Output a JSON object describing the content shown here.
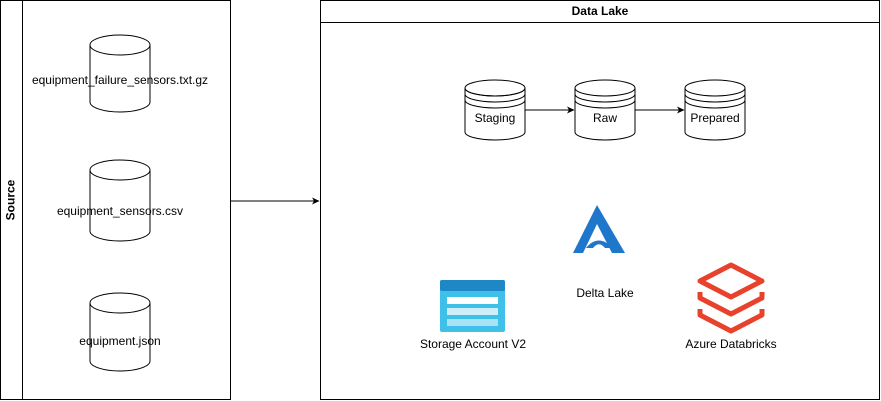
{
  "source_pool": {
    "title": "Source",
    "datasets": [
      {
        "label": "equipment_failure_sensors.txt.gz"
      },
      {
        "label": "equipment_sensors.csv"
      },
      {
        "label": "equipment.json"
      }
    ]
  },
  "data_lake": {
    "title": "Data Lake",
    "layers": [
      {
        "label": "Staging"
      },
      {
        "label": "Raw"
      },
      {
        "label": "Prepared"
      }
    ],
    "services": {
      "delta_lake": {
        "label": "Delta Lake",
        "icon": "delta-lake-icon",
        "color": "#1f77cc"
      },
      "storage_account": {
        "label": "Storage Account V2",
        "icon": "storage-account-icon",
        "color": "#3ec0e8"
      },
      "databricks": {
        "label": "Azure Databricks",
        "icon": "databricks-icon",
        "color": "#e8412c"
      }
    }
  }
}
